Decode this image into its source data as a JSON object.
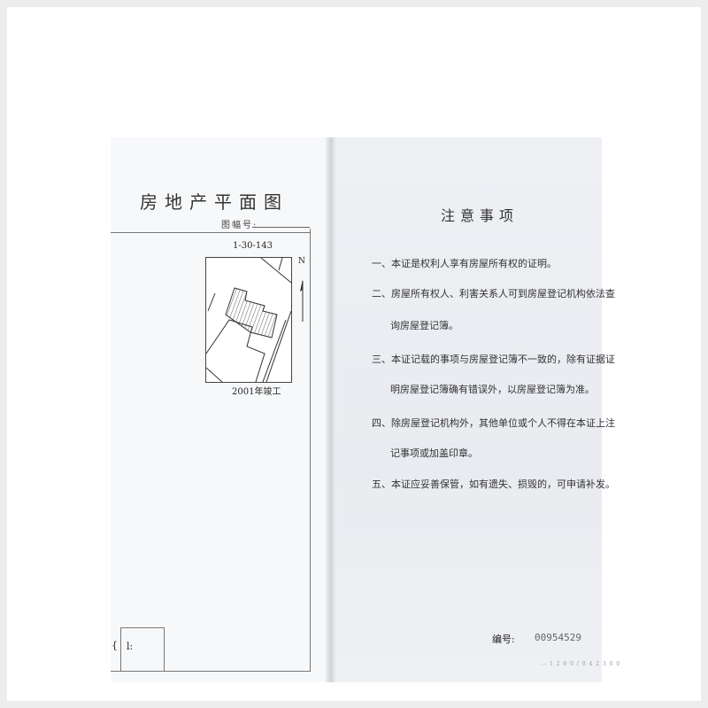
{
  "left_page": {
    "title": "房地产平面图",
    "sheet_no_label": "图幅号:",
    "map_number": "1-30-143",
    "north_label": "N",
    "completion": "2001年竣工",
    "scale_fragment": "l:",
    "edge_fragment": "{"
  },
  "right_page": {
    "title": "注意事项",
    "items": [
      "一、本证是权利人享有房屋所有权的证明。",
      "二、房屋所有权人、利害关系人可到房屋登记机构依法查",
      "询房屋登记簿。",
      "三、本证记载的事项与房屋登记簿不一致的，除有证据证",
      "明房屋登记簿确有错误外，以房屋登记簿为准。",
      "四、除房屋登记机构外，其他单位或个人不得在本证上注",
      "记事项或加盖印章。",
      "五、本证应妥善保管，如有遗失、损毁的，可申请补发。"
    ],
    "serial_label": "编号:",
    "serial_value": "00954529",
    "footer_small": "-- 1 2 0 0 / 0 4 2 3 0 0"
  }
}
